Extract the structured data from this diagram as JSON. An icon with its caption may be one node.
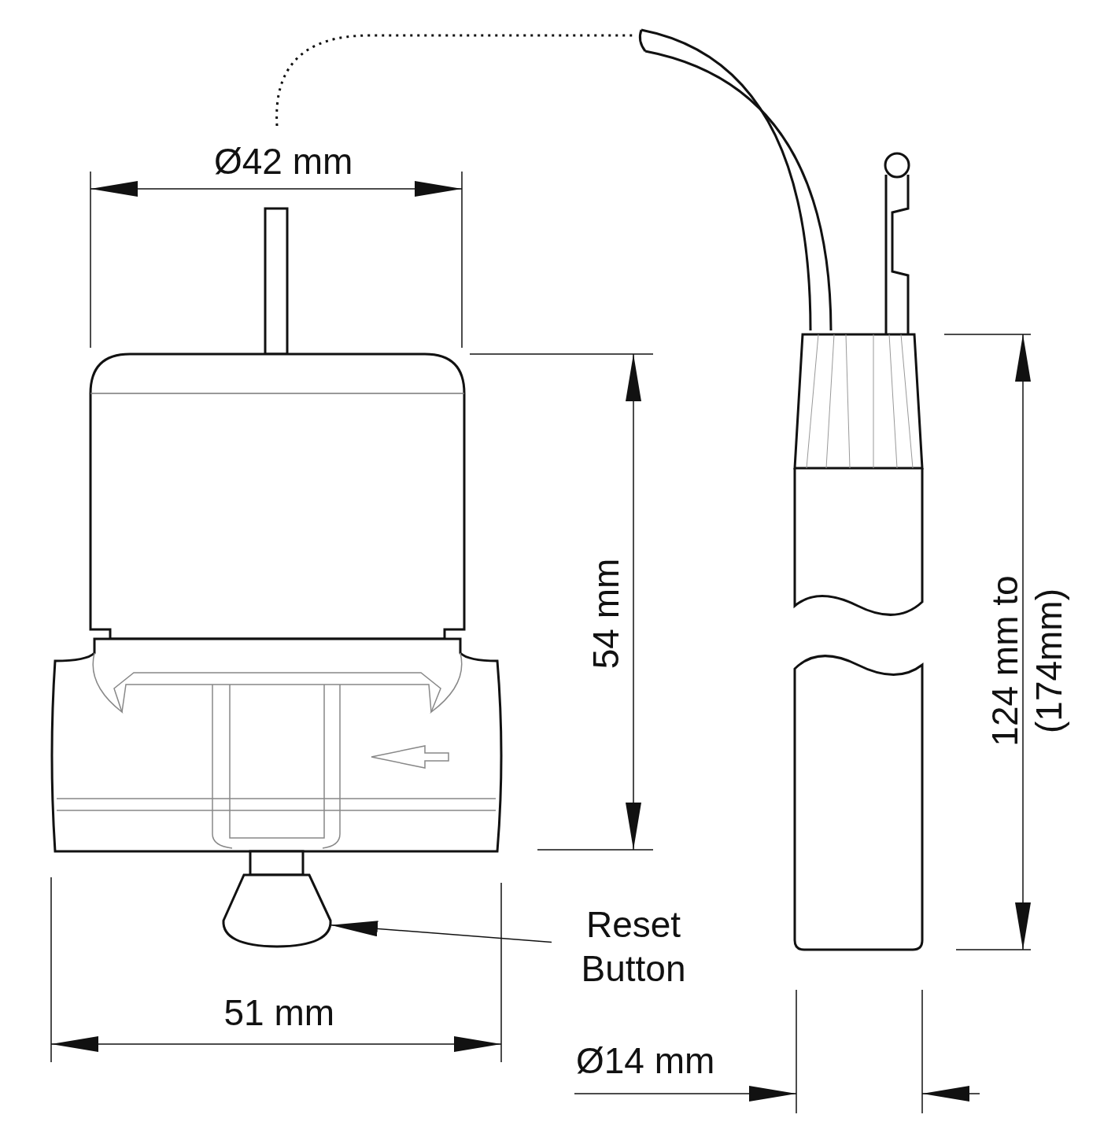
{
  "diagram": {
    "nodes": [
      {
        "text": [
          "Reset Button"
        ]
      },
      {
        "text": [],
        "shape": "box"
      }
    ],
    "edges": [
      {
        "from": 0,
        "to": 1,
        "arrow": "to"
      }
    ],
    "labels": [
      "Ø42 mm",
      "54 mm",
      "124 mm to (174mm)",
      "51 mm",
      "Ø14 mm"
    ]
  }
}
